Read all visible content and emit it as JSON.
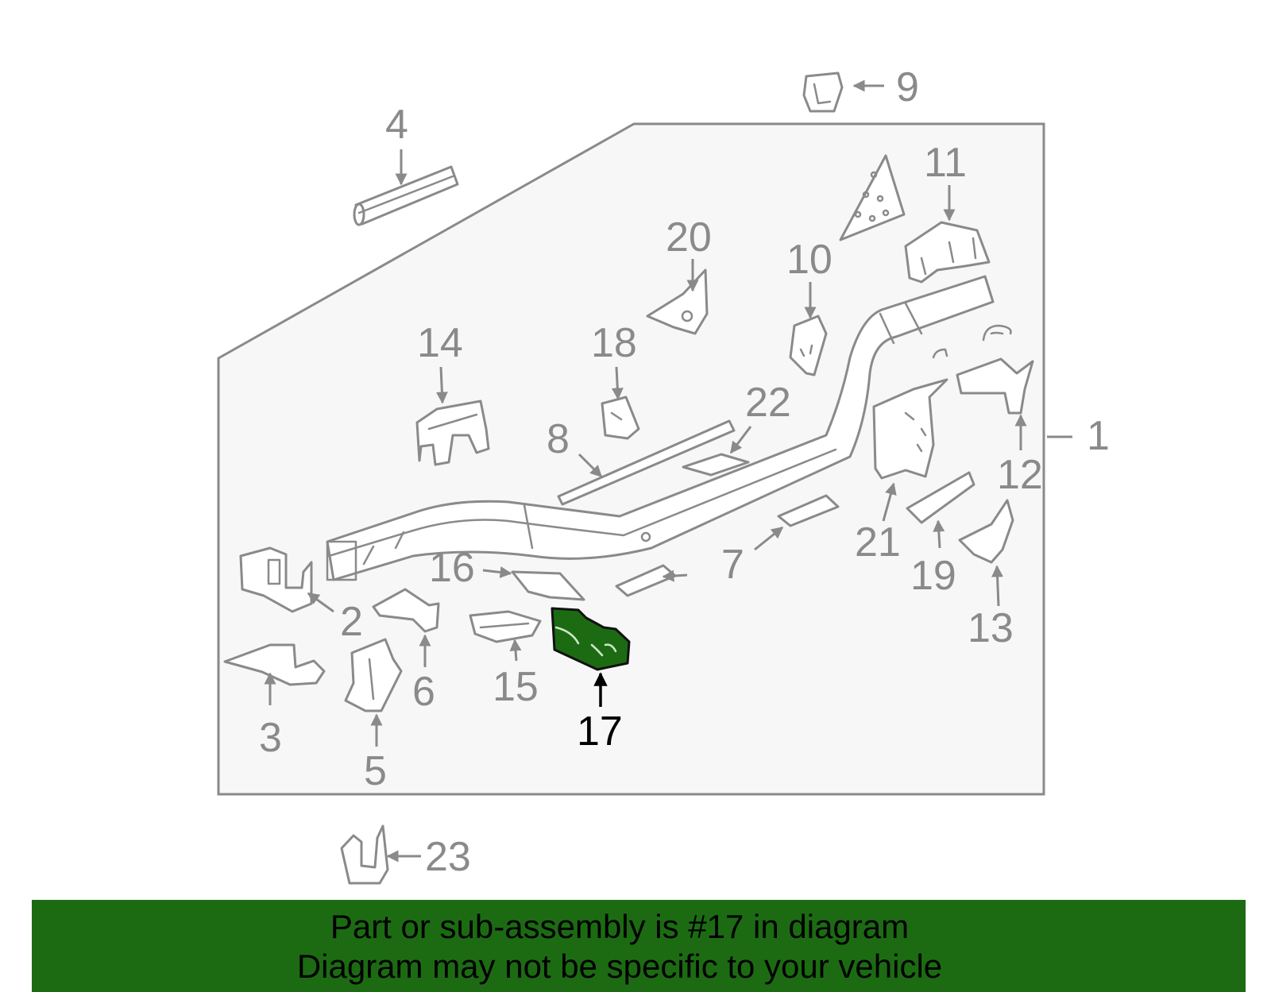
{
  "diagram": {
    "highlighted_part": "17",
    "highlight_color": "#1c6b13",
    "line_color": "#8a8a8a",
    "callouts": {
      "c1": "1",
      "c2": "2",
      "c3": "3",
      "c4": "4",
      "c5": "5",
      "c6": "6",
      "c7": "7",
      "c8": "8",
      "c9": "9",
      "c10": "10",
      "c11": "11",
      "c12": "12",
      "c13": "13",
      "c14": "14",
      "c15": "15",
      "c16": "16",
      "c17": "17",
      "c18": "18",
      "c19": "19",
      "c20": "20",
      "c21": "21",
      "c22": "22",
      "c23": "23"
    }
  },
  "banner": {
    "line1": "Part or sub-assembly is #17 in diagram",
    "line2": "Diagram may not be specific to your vehicle",
    "background": "#1c6b13"
  }
}
